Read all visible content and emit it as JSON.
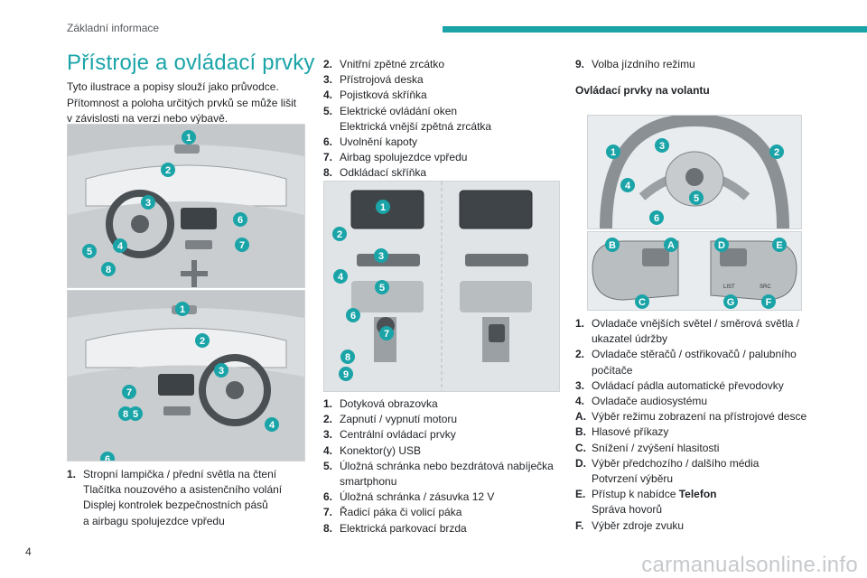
{
  "header": {
    "section": "Základní informace"
  },
  "title": "Přístroje a ovládací prvky",
  "intro": "Tyto ilustrace a popisy slouží jako průvodce. Přítomnost a poloha určitých prvků se může lišit v závislosti na verzi nebo výbavě.",
  "figures": {
    "top_markers": [
      "1",
      "2",
      "3",
      "4",
      "5",
      "6",
      "7",
      "8"
    ],
    "mid_markers": [
      "1",
      "2",
      "3",
      "4",
      "5",
      "6",
      "7",
      "8"
    ],
    "center_markers": [
      "1",
      "2",
      "3",
      "4",
      "5",
      "6",
      "7",
      "8",
      "9"
    ],
    "wheel_markers": [
      "1",
      "2",
      "3",
      "4",
      "5",
      "6"
    ],
    "switch_letters": [
      "A",
      "B",
      "C",
      "D",
      "E",
      "F",
      "G"
    ],
    "switch_labels": [
      "LIST",
      "SRC"
    ]
  },
  "list_left": [
    {
      "num": "1.",
      "lines": [
        "Stropní lampička / přední světla na čtení",
        "Tlačítka nouzového a asistenčního volání",
        "Displej kontrolek bezpečnostních pásů",
        "a airbagu spolujezdce vpředu"
      ]
    }
  ],
  "list_mid_a": [
    {
      "num": "2.",
      "lines": [
        "Vnitřní zpětné zrcátko"
      ]
    },
    {
      "num": "3.",
      "lines": [
        "Přístrojová deska"
      ]
    },
    {
      "num": "4.",
      "lines": [
        "Pojistková skříňka"
      ]
    },
    {
      "num": "5.",
      "lines": [
        "Elektrické ovládání oken",
        "Elektrická vnější zpětná zrcátka"
      ]
    },
    {
      "num": "6.",
      "lines": [
        "Uvolnění kapoty"
      ]
    },
    {
      "num": "7.",
      "lines": [
        "Airbag spolujezdce vpředu"
      ]
    },
    {
      "num": "8.",
      "lines": [
        "Odkládací skříňka"
      ]
    }
  ],
  "list_mid_b": [
    {
      "num": "1.",
      "lines": [
        "Dotyková obrazovka"
      ]
    },
    {
      "num": "2.",
      "lines": [
        "Zapnutí / vypnutí motoru"
      ]
    },
    {
      "num": "3.",
      "lines": [
        "Centrální ovládací prvky"
      ]
    },
    {
      "num": "4.",
      "lines": [
        "Konektor(y) USB"
      ]
    },
    {
      "num": "5.",
      "lines": [
        "Úložná schránka nebo bezdrátová nabíječka",
        "smartphonu"
      ]
    },
    {
      "num": "6.",
      "lines": [
        "Úložná schránka / zásuvka 12 V"
      ]
    },
    {
      "num": "7.",
      "lines": [
        "Řadicí páka či volicí páka"
      ]
    },
    {
      "num": "8.",
      "lines": [
        "Elektrická parkovací brzda"
      ]
    }
  ],
  "list_right_a": [
    {
      "num": "9.",
      "lines": [
        "Volba jízdního režimu"
      ]
    }
  ],
  "steering_title": "Ovládací prvky na volantu",
  "list_right_b": [
    {
      "num": "1.",
      "lines": [
        "Ovladače vnějších světel / směrová světla /",
        "ukazatel údržby"
      ]
    },
    {
      "num": "2.",
      "lines": [
        "Ovladače stěračů / ostřikovačů / palubního",
        "počítače"
      ]
    },
    {
      "num": "3.",
      "lines": [
        "Ovládací pádla automatické převodovky"
      ]
    },
    {
      "num": "4.",
      "lines": [
        "Ovladače audiosystému"
      ]
    },
    {
      "num": "A.",
      "lines": [
        "Výběr režimu zobrazení na přístrojové desce"
      ]
    },
    {
      "num": "B.",
      "lines": [
        "Hlasové příkazy"
      ]
    },
    {
      "num": "C.",
      "lines": [
        "Snížení / zvýšení hlasitosti"
      ]
    },
    {
      "num": "D.",
      "lines": [
        "Výběr předchozího / dalšího média",
        "Potvrzení výběru"
      ]
    },
    {
      "num": "E.",
      "lines": [
        "Přístup k nabídce Telefon",
        "Správa hovorů"
      ]
    },
    {
      "num": "F.",
      "lines": [
        "Výběr zdroje zvuku"
      ]
    }
  ],
  "page_number": "4",
  "watermark": "carmanualsonline.info"
}
